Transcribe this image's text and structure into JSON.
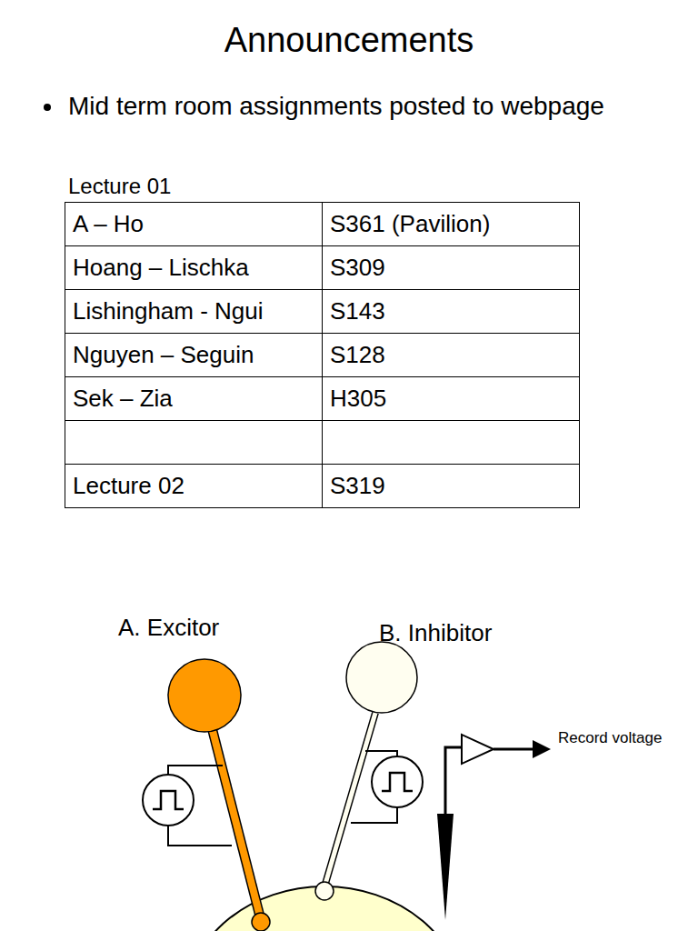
{
  "diagram": {
    "title": "Announcements",
    "nodes": [
      {
        "text": [
          "A. Excitor"
        ]
      },
      {
        "text": [
          "B. Inhibitor"
        ]
      }
    ],
    "labels": [
      "Mid term room assignments posted to webpage",
      "Lecture 01",
      "A – Ho",
      "S361 (Pavilion)",
      "Hoang – Lischka",
      "S309",
      "Lishingham - Ngui",
      "S143",
      "Nguyen – Seguin",
      "S128",
      "Sek – Zia",
      "H305",
      "Lecture 02",
      "S319",
      "Record voltage"
    ]
  }
}
